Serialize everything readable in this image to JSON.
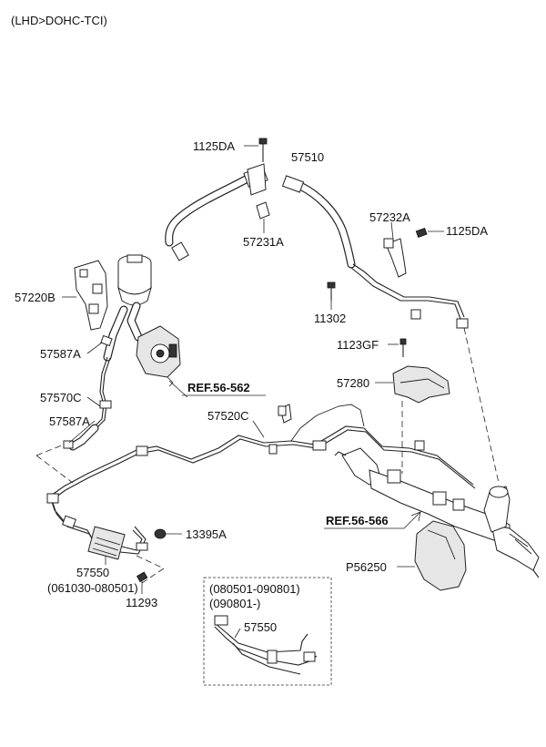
{
  "header": "(LHD>DOHC-TCI)",
  "labels": {
    "p_1125DA_top": "1125DA",
    "p_57510": "57510",
    "p_57231A": "57231A",
    "p_57232A": "57232A",
    "p_1125DA_right": "1125DA",
    "p_57220B": "57220B",
    "p_11302": "11302",
    "p_57587A_upper": "57587A",
    "p_1123GF": "1123GF",
    "p_57280": "57280",
    "p_57570C": "57570C",
    "p_57520C": "57520C",
    "p_57587A_lower": "57587A",
    "p_13395A": "13395A",
    "p_57550": "57550",
    "p_57550_date": "(061030-080501)",
    "p_11293": "11293",
    "p_P56250": "P56250",
    "inset_date_1": "(080501-090801)",
    "inset_date_2": "(090801-)",
    "inset_57550": "57550"
  },
  "refs": {
    "ref_562": "REF.56-562",
    "ref_566": "REF.56-566"
  }
}
